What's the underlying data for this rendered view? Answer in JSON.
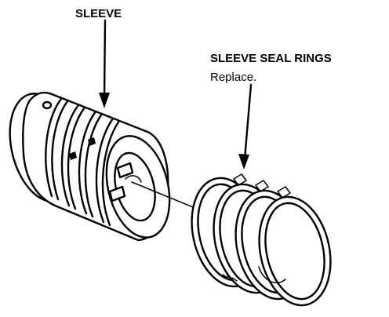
{
  "labels": {
    "sleeve": "SLEEVE",
    "sleeve_seal_rings": "SLEEVE SEAL RINGS",
    "instruction": "Replace."
  }
}
